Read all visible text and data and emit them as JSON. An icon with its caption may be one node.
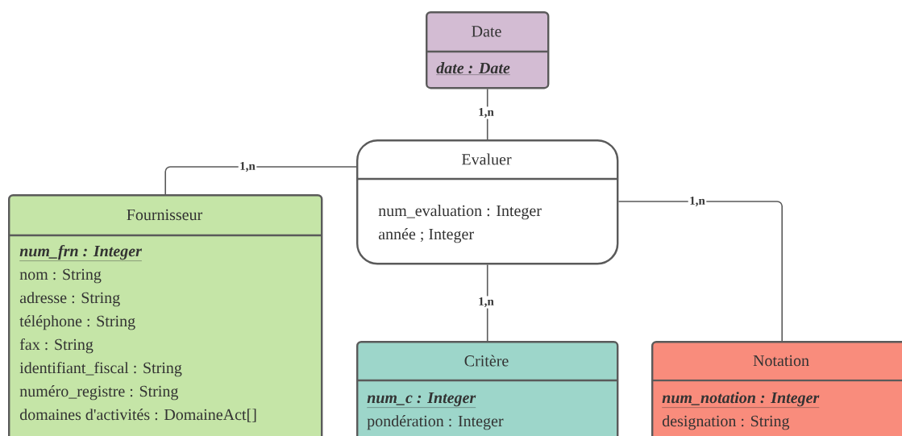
{
  "diagram": {
    "nodes": [
      {
        "text": [
          "Date",
          "date : Date"
        ]
      },
      {
        "text": [
          "Evaluer",
          "num_evaluation : Integer",
          "année ; Integer"
        ]
      },
      {
        "text": [
          "Fournisseur",
          "num_frn : Integer",
          "nom : String",
          "adresse : String",
          "téléphone : String",
          "fax : String",
          "identifiant_fiscal : String",
          "numéro_registre : String",
          "domaines d'activités : DomaineAct[]"
        ]
      },
      {
        "text": [
          "Critère",
          "num_c : Integer",
          "pondération : Integer"
        ]
      },
      {
        "text": [
          "Notation",
          "num_notation : Integer",
          "designation : String"
        ]
      }
    ],
    "edges": [
      {
        "from": 0,
        "to": 1,
        "arrow": "none",
        "label": "1,n"
      },
      {
        "from": 1,
        "to": 2,
        "arrow": "none",
        "label": "1,n"
      },
      {
        "from": 1,
        "to": 3,
        "arrow": "none",
        "label": "1,n"
      },
      {
        "from": 1,
        "to": 4,
        "arrow": "none",
        "label": "1,n"
      }
    ]
  }
}
